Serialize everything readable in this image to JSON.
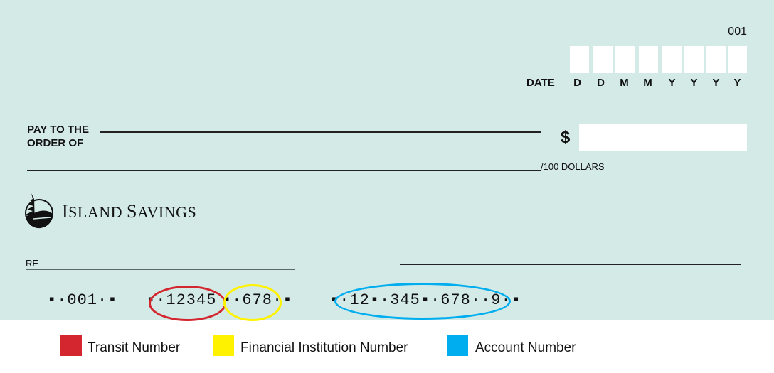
{
  "cheque": {
    "number": "001",
    "date": {
      "label": "DATE",
      "chars": [
        "D",
        "D",
        "M",
        "M",
        "Y",
        "Y",
        "Y",
        "Y"
      ]
    },
    "payee": {
      "label_line1": "PAY TO THE",
      "label_line2": "ORDER OF"
    },
    "amount": {
      "currency_symbol": "$",
      "dollars_label": "/100 DOLLARS"
    },
    "bank": {
      "name_first_initial": "I",
      "name_first_rest": "SLAND",
      "name_second_initial": "S",
      "name_second_rest": "AVINGS",
      "logo_icon": "tree-island-logo-icon"
    },
    "memo": {
      "label": "RE"
    },
    "micr": {
      "cheque_number": "⑈001⑈",
      "cheque_number_display": "▪·001·▪",
      "transit_number": "▪·12345",
      "institution_number": "▪·678·▪",
      "account_number": "▪·12▪·345▪·678··9·▪"
    }
  },
  "legend": {
    "items": [
      {
        "label": "Transit Number",
        "color": "#d4262e"
      },
      {
        "label": "Financial Institution Number",
        "color": "#fff200"
      },
      {
        "label": "Account Number",
        "color": "#00aeef"
      }
    ]
  },
  "colors": {
    "cheque_background": "#d4eae7",
    "transit": "#d4262e",
    "institution": "#fff200",
    "account": "#00aeef"
  }
}
